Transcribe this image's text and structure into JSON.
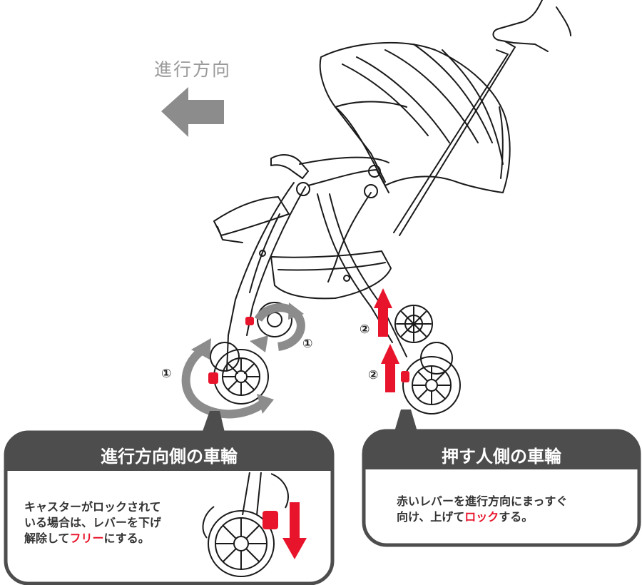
{
  "direction": {
    "label": "進行方向"
  },
  "steps": {
    "step1": "①",
    "step2": "②"
  },
  "panel_left": {
    "title": "進行方向側の車輪",
    "line1": "キャスターがロックされて",
    "line2": "いる場合は、レバーを下げ",
    "line3_prefix": "解除して",
    "line3_red": "フリー",
    "line3_suffix": "にする。"
  },
  "panel_right": {
    "title": "押す人側の車輪",
    "line1_prefix": "赤いレバーを",
    "line1_bold": "進行方向にまっすぐ",
    "line2_bold": "向け",
    "line2_mid": "、上げて",
    "line2_red": "ロック",
    "line2_suffix": "する。"
  },
  "colors": {
    "accent_red": "#e8142b",
    "dark_gray": "#4d4d4d",
    "arrow_gray": "#8c8c8c"
  }
}
